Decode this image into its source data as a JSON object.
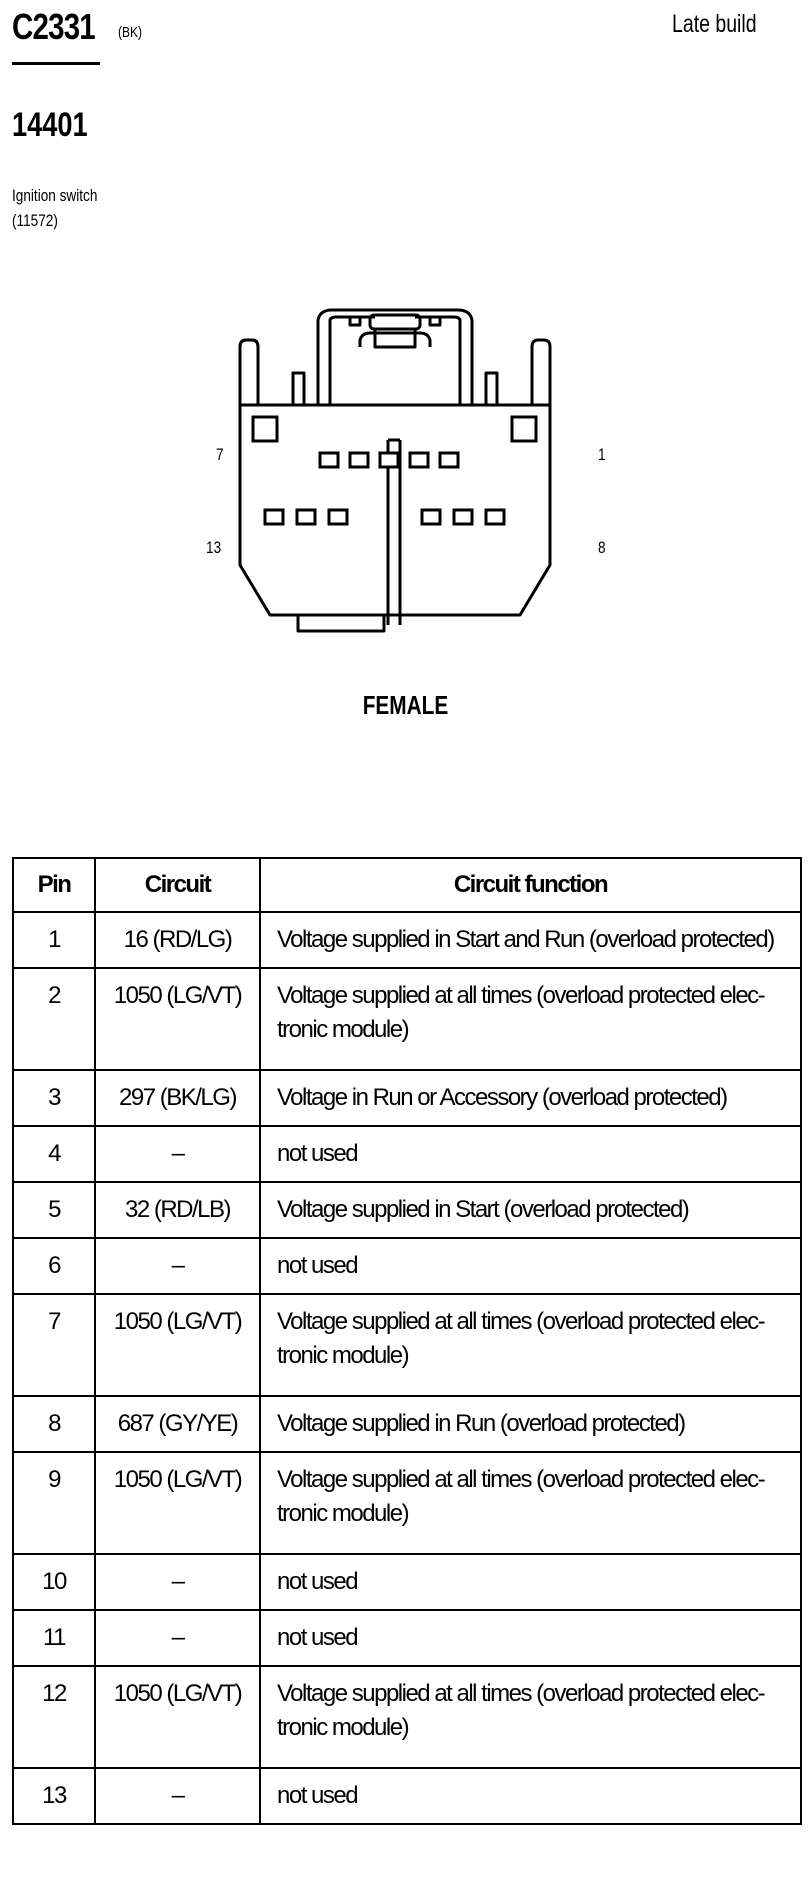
{
  "header": {
    "connector_id": "C2331",
    "color_code": "(BK)",
    "build_note": "Late build",
    "part_number": "14401",
    "component_name": "Ignition switch",
    "component_ref": "(11572)"
  },
  "diagram": {
    "pin_labels": {
      "top_left": "7",
      "top_right": "1",
      "bottom_left": "13",
      "bottom_right": "8"
    },
    "gender": "FEMALE"
  },
  "table": {
    "headers": [
      "Pin",
      "Circuit",
      "Circuit function"
    ],
    "rows": [
      {
        "pin": "1",
        "circuit": "16 (RD/LG)",
        "function": "Voltage supplied in Start and Run (overload protected)"
      },
      {
        "pin": "2",
        "circuit": "1050 (LG/VT)",
        "function": "Voltage supplied at all times (overload protected elec-tronic module)"
      },
      {
        "pin": "3",
        "circuit": "297 (BK/LG)",
        "function": "Voltage in Run or Accessory (overload protected)"
      },
      {
        "pin": "4",
        "circuit": "–",
        "function": "not used"
      },
      {
        "pin": "5",
        "circuit": "32 (RD/LB)",
        "function": "Voltage supplied in Start (overload protected)"
      },
      {
        "pin": "6",
        "circuit": "–",
        "function": "not used"
      },
      {
        "pin": "7",
        "circuit": "1050 (LG/VT)",
        "function": "Voltage supplied at all times (overload protected elec-tronic module)"
      },
      {
        "pin": "8",
        "circuit": "687 (GY/YE)",
        "function": "Voltage supplied in Run (overload protected)"
      },
      {
        "pin": "9",
        "circuit": "1050 (LG/VT)",
        "function": "Voltage supplied at all times (overload protected elec-tronic module)"
      },
      {
        "pin": "10",
        "circuit": "–",
        "function": "not used"
      },
      {
        "pin": "11",
        "circuit": "–",
        "function": "not used"
      },
      {
        "pin": "12",
        "circuit": "1050 (LG/VT)",
        "function": "Voltage supplied at all times (overload protected elec-tronic module)"
      },
      {
        "pin": "13",
        "circuit": "–",
        "function": "not used"
      }
    ]
  }
}
